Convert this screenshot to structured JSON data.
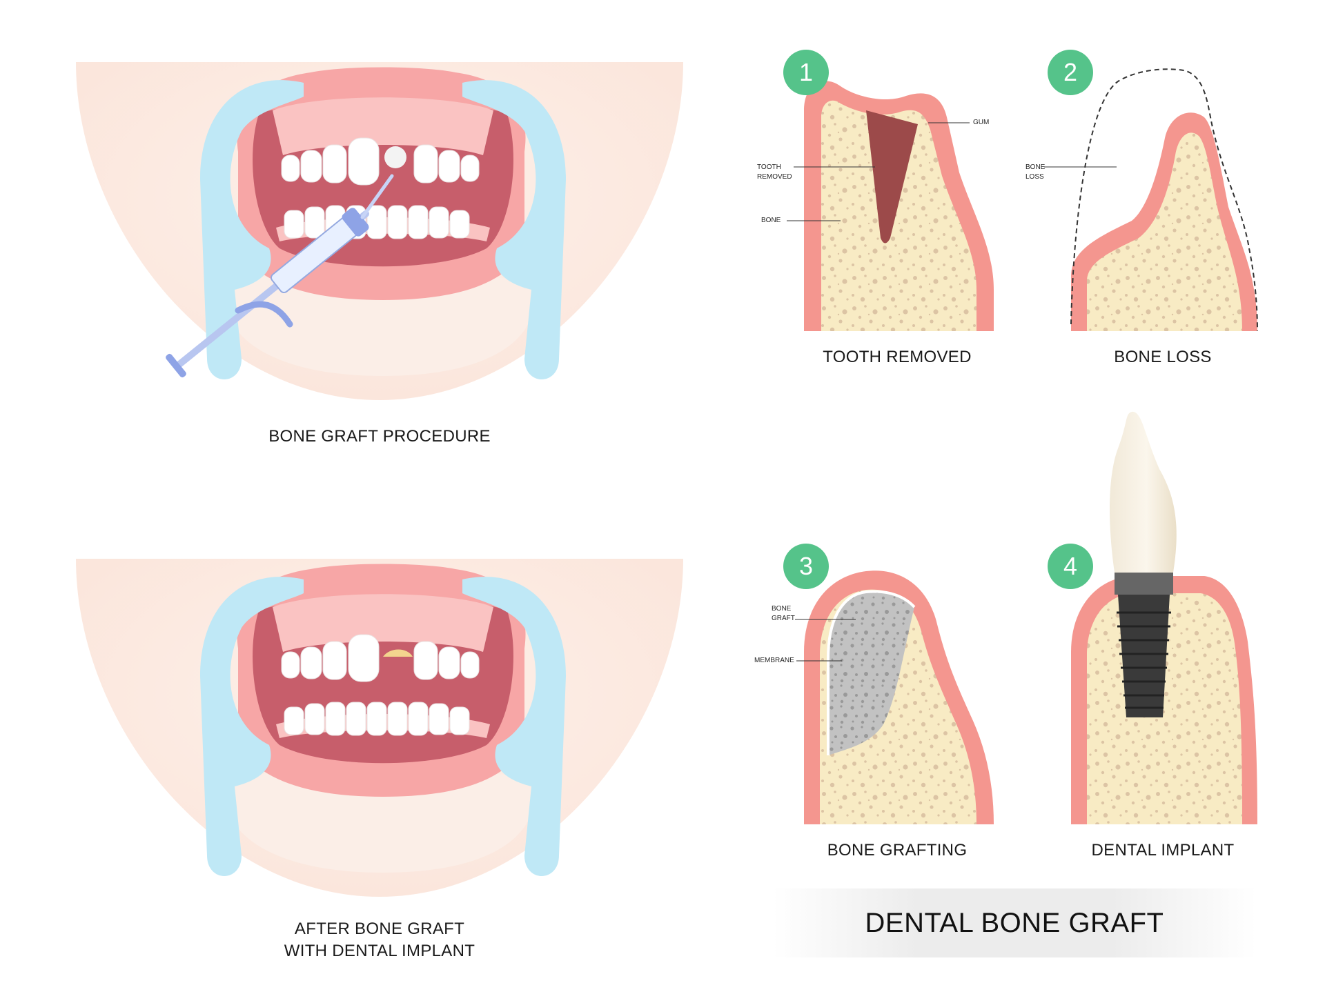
{
  "colors": {
    "badge_green": "#55c38a",
    "gum_pink": "#f4968f",
    "bone_cream": "#f8ebc4",
    "bone_dots": "#dcc4a4",
    "retractor_blue": "#bfe8f6",
    "mouth_dark": "#c75e6b",
    "tooth_white": "#ffffff",
    "graft_gray": "#bcbcbc",
    "implant_dark": "#3a3a3a"
  },
  "left_panels": {
    "procedure_caption": "BONE GRAFT PROCEDURE",
    "after_caption_line1": "AFTER BONE GRAFT",
    "after_caption_line2": "WITH DENTAL IMPLANT"
  },
  "steps": [
    {
      "number": "1",
      "caption": "TOOTH REMOVED",
      "labels": {
        "gum": "GUM",
        "tooth_removed_1": "TOOTH",
        "tooth_removed_2": "REMOVED",
        "bone": "BONE"
      }
    },
    {
      "number": "2",
      "caption": "BONE LOSS",
      "labels": {
        "bone_loss_1": "BONE",
        "bone_loss_2": "LOSS"
      }
    },
    {
      "number": "3",
      "caption": "BONE GRAFTING",
      "labels": {
        "bone_graft_1": "BONE",
        "bone_graft_2": "GRAFT",
        "membrane": "MEMBRANE"
      }
    },
    {
      "number": "4",
      "caption": "DENTAL IMPLANT"
    }
  ],
  "title": "DENTAL BONE GRAFT"
}
